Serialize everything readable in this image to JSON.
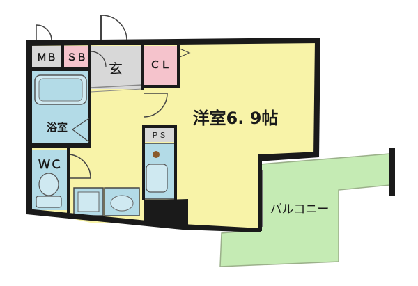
{
  "rooms": {
    "mb": "ＭＢ",
    "sb": "ＳＢ",
    "entrance": "玄",
    "closet": "ＣＬ",
    "western_room": "洋室6. 9帖",
    "bathroom": "浴室",
    "ps": "ＰＳ",
    "wc": "ＷＣ",
    "balcony": "バルコニー"
  },
  "colors": {
    "room_yellow": "#f8f3a8",
    "balcony_green": "#c5ebb4",
    "fixture_blue": "#b3dbe7",
    "storage_pink": "#f5c3cc",
    "wall_black": "#1a1a1a",
    "entrance_gray": "#d8d8d8"
  }
}
